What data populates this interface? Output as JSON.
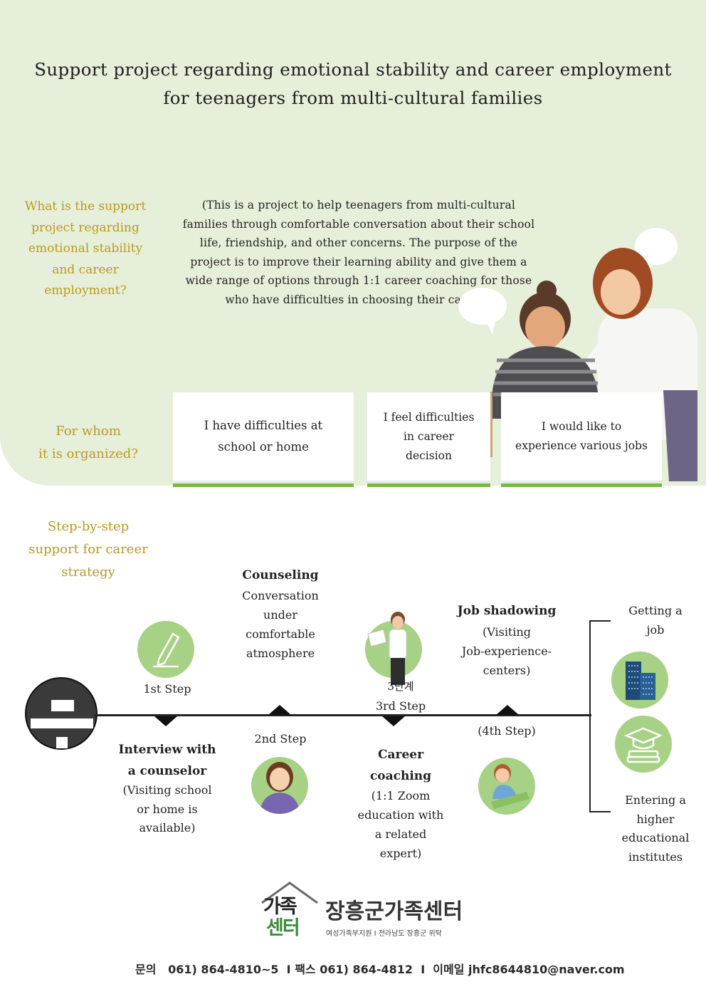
{
  "title_line1": "Support project regarding emotional stability and career employment",
  "title_line2": "for teenagers from multi-cultural families",
  "what_question": [
    "What is the support",
    "project regarding",
    "emotional stability",
    "and career",
    "employment?"
  ],
  "intro_lines": [
    "(This is a project to help teenagers from multi-cultural",
    "families through comfortable conversation about their school",
    "life, friendship, and other concerns. The purpose of the",
    "project is to improve their learning ability and give them a",
    "wide range of options through 1:1 career coaching for those",
    "who have difficulties in choosing their career.)"
  ],
  "for_whom": [
    "For whom",
    "it is organized?"
  ],
  "cards": [
    [
      "I have difficulties at",
      "school or home"
    ],
    [
      "I feel difficulties",
      "in career",
      "decision"
    ],
    [
      "I would like to",
      "experience various jobs"
    ]
  ],
  "steps_heading": [
    "Step-by-step",
    "support for career",
    "strategy"
  ],
  "step1": {
    "label": "1st Step",
    "title": [
      "Interview with",
      "a counselor"
    ],
    "desc": [
      "(Visiting school",
      "or home is",
      "available)"
    ]
  },
  "step2": {
    "label": "2nd Step",
    "title": "Counseling",
    "desc": [
      "Conversation",
      "under",
      "comfortable",
      "atmosphere"
    ]
  },
  "step3": {
    "label_ko": "3단계",
    "label": "3rd Step",
    "title": [
      "Career",
      "coaching"
    ],
    "desc": [
      "(1:1 Zoom",
      "education with",
      "a related",
      "expert)"
    ]
  },
  "step4": {
    "label": "(4th Step)",
    "title": "Job shadowing",
    "desc": [
      "(Visiting",
      "Job-experience-",
      "centers)"
    ]
  },
  "outcomes": {
    "job": [
      "Getting a",
      "job"
    ],
    "higher": [
      "Entering a",
      "higher",
      "educational",
      "institutes"
    ]
  },
  "logo": {
    "mark_top": "가족",
    "mark_bottom": "센터",
    "name": "장흥군가족센터",
    "sub": "여성가족부지원 I 전라남도 장흥군 위탁"
  },
  "contact": "문의   061) 864-4810~5  I 팩스 061) 864-4812  I  이메일 jhfc8644810@naver.com",
  "colors": {
    "background_green": "#e6efd9",
    "accent_green": "#79b848",
    "circle_green": "#a7d185",
    "gold": "#b99a22"
  }
}
